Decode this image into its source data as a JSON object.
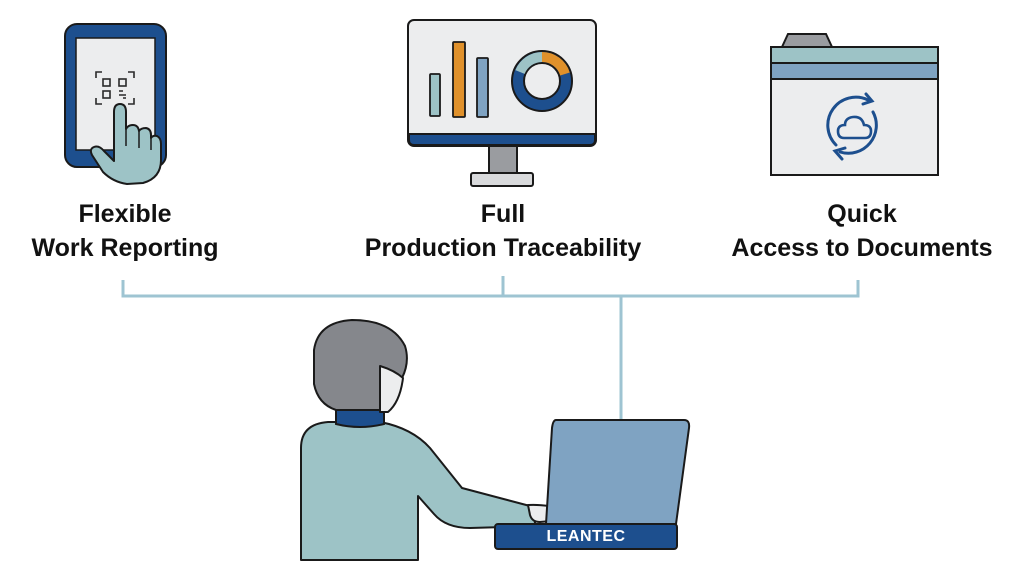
{
  "features": [
    {
      "line1": "Flexible",
      "line2": "Work Reporting",
      "icon": "tablet-qr-touch-icon"
    },
    {
      "line1": "Full",
      "line2": "Production Traceability",
      "icon": "monitor-charts-icon"
    },
    {
      "line1": "Quick",
      "line2": "Access to Documents",
      "icon": "folder-cloud-sync-icon"
    }
  ],
  "laptop": {
    "brand": "LEANTEC"
  },
  "colors": {
    "navy": "#1d4f8e",
    "orange": "#e0912b",
    "light_teal": "#9dc3c6",
    "steel_blue": "#7fa3c2",
    "connector": "#9ec4d2",
    "hair_gray": "#85878c",
    "panel": "#ecedee"
  }
}
